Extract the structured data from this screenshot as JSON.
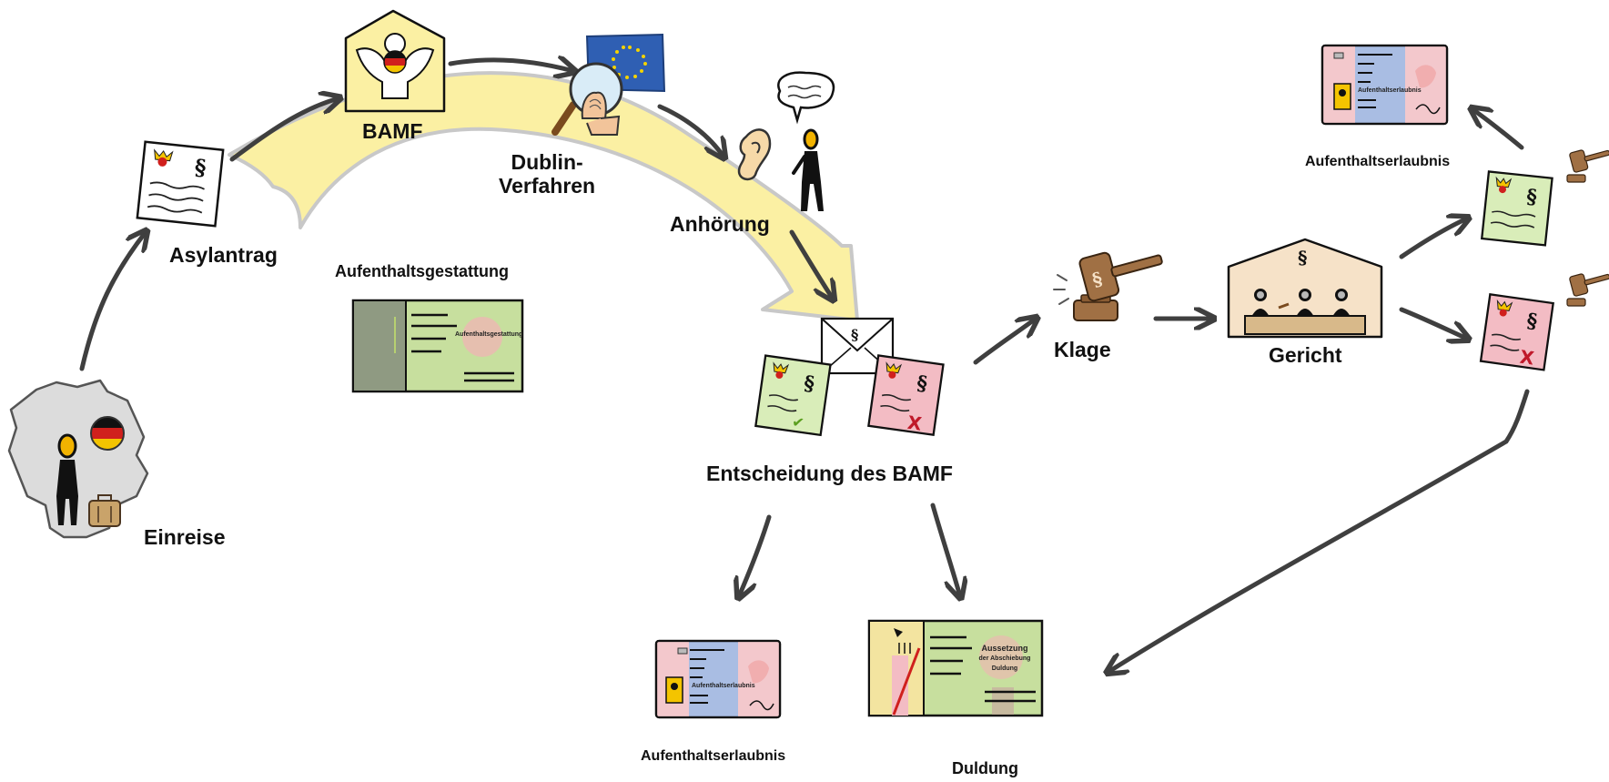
{
  "colors": {
    "arc_fill": "#fbf0a3",
    "arc_outline": "#c8c8c8",
    "arrow": "#3f3f3f",
    "green_doc": "#d9edb9",
    "red_doc": "#f3bcc4",
    "blue_card": "#a9bde3",
    "court": "#f6e2c8",
    "gavel": "#a07044",
    "germany_map": "#dcdcdc"
  },
  "labels": {
    "einreise": "Einreise",
    "asylantrag": "Asylantrag",
    "bamf": "BAMF",
    "dublin": "Dublin-\nVerfahren",
    "anhoerung": "Anhörung",
    "aufenthaltsgestattung": "Aufenthaltsgestattung",
    "entscheidung": "Entscheidung des BAMF",
    "klage": "Klage",
    "gericht": "Gericht",
    "aufenthaltserlaubnis_top": "Aufenthaltserlaubnis",
    "aufenthaltserlaubnis_bottom": "Aufenthaltserlaubnis",
    "duldung": "Duldung"
  },
  "card_text": {
    "gestattung": "Aufenthaltsgestattung",
    "erlaubnis": "Aufenthaltserlaubnis",
    "duldung_l1": "Aussetzung",
    "duldung_l2": "der Abschiebung",
    "duldung_l3": "Duldung"
  },
  "symbols": {
    "paragraph": "§",
    "reject": "X",
    "check": "✔"
  },
  "icons": [
    "germany-map-icon",
    "person-icon",
    "german-flag-icon",
    "suitcase-icon",
    "document-icon",
    "bamf-building-icon",
    "eagle-icon",
    "eu-flag-icon",
    "magnifier-icon",
    "fingerprint-icon",
    "ear-icon",
    "speech-bubble-icon",
    "envelope-icon",
    "gavel-icon",
    "court-building-icon",
    "id-card-icon"
  ]
}
